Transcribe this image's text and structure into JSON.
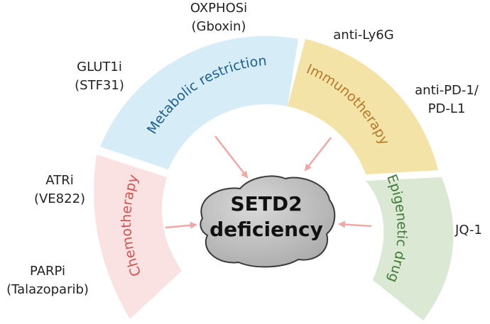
{
  "center": {
    "line1": "SETD2",
    "line2": "deficiency"
  },
  "segments": {
    "chemotherapy": {
      "label": "Chemotherapy",
      "fill": "#fbe2e2",
      "text_color": "#d8504a"
    },
    "metabolic": {
      "label": "Metabolic restriction",
      "fill": "#d6ecf6",
      "text_color": "#1d5e93"
    },
    "immunotherapy": {
      "label": "Immunotherapy",
      "fill": "#f4e3a6",
      "text_color": "#b47a2c"
    },
    "epigenetic": {
      "label": "Epigenetic drug",
      "fill": "#dbe9d4",
      "text_color": "#3f7a35"
    }
  },
  "treatments": {
    "oxphos": {
      "line1": "OXPHOSi",
      "line2": "(Gboxin)"
    },
    "glut1": {
      "line1": "GLUT1i",
      "line2": "(STF31)"
    },
    "ly6g": {
      "line1": "anti-Ly6G"
    },
    "pd1": {
      "line1": "anti-PD-1/",
      "line2": "PD-L1"
    },
    "atr": {
      "line1": "ATRi",
      "line2": "(VE822)"
    },
    "parp": {
      "line1": "PARPi",
      "line2": "(Talazoparib)"
    },
    "jq1": {
      "line1": "JQ-1"
    }
  },
  "colors": {
    "arrow": "#f1a7a4",
    "blob_fill": "#bdbdbd",
    "blob_stroke": "#3a3a3a"
  }
}
